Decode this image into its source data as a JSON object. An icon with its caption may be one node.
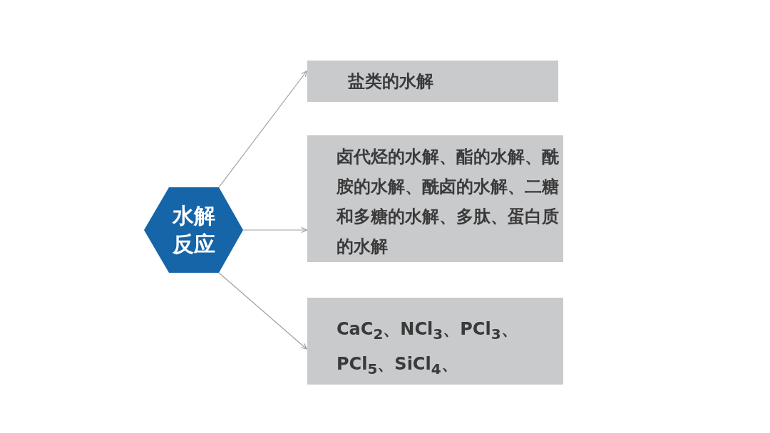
{
  "diagram": {
    "nodes": [
      {
        "text": [
          "水解反应"
        ]
      },
      {
        "text": [
          "盐类的水解"
        ]
      },
      {
        "text": [
          "卤代烃的水解、酯的水解、酰胺的水解、酰卤的水解、二糖和多糖的水解、多肽、蛋白质的水解"
        ]
      },
      {
        "text": [
          "CaC$_{2}$、NCl$_{3}$、PCl$_{3}$、PCl$_{5}$、SiCl$_{4}$、"
        ]
      }
    ],
    "edges": [
      {
        "from": 0,
        "to": 1,
        "arrow": "to"
      },
      {
        "from": 0,
        "to": 2,
        "arrow": "to"
      },
      {
        "from": 0,
        "to": 3,
        "arrow": "to"
      }
    ]
  }
}
